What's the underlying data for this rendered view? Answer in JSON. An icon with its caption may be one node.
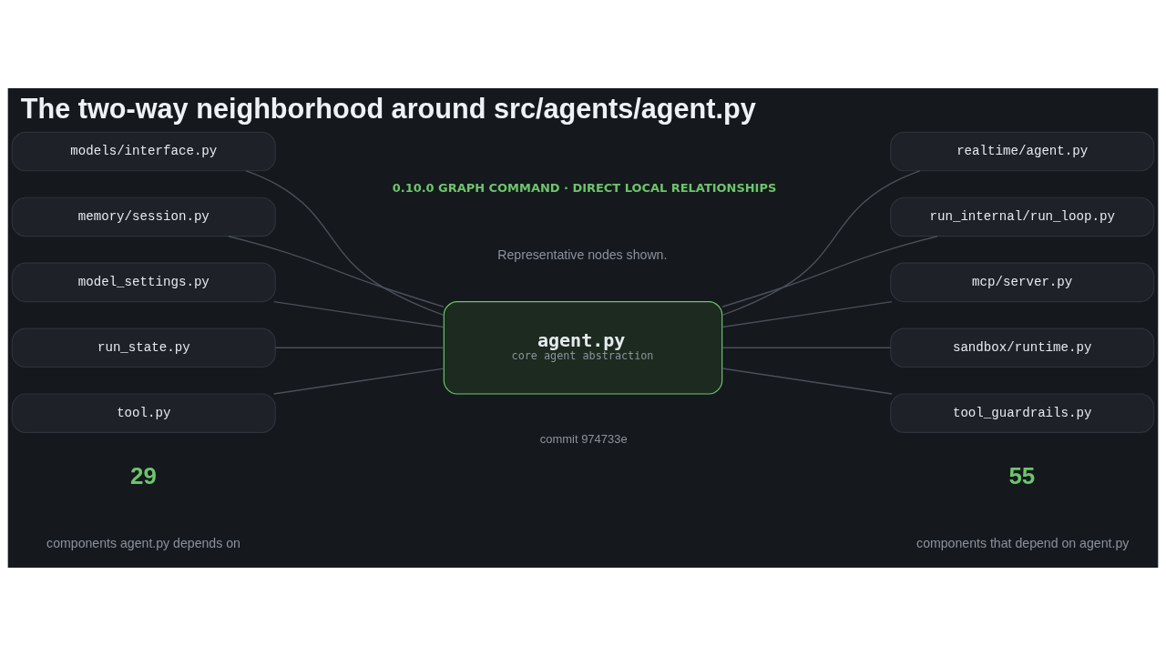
{
  "diagram": {
    "title": "The two-way neighborhood around src/agents/agent.py",
    "nodes": [
      {
        "text": [
          "models/interface.py"
        ]
      },
      {
        "text": [
          "memory/session.py"
        ]
      },
      {
        "text": [
          "model_settings.py"
        ]
      },
      {
        "text": [
          "run_state.py"
        ]
      },
      {
        "text": [
          "tool.py"
        ]
      },
      {
        "text": [
          "agent.py",
          "core agent abstraction"
        ]
      },
      {
        "text": [
          "realtime/agent.py"
        ]
      },
      {
        "text": [
          "run_internal/run_loop.py"
        ]
      },
      {
        "text": [
          "mcp/server.py"
        ]
      },
      {
        "text": [
          "sandbox/runtime.py"
        ]
      },
      {
        "text": [
          "tool_guardrails.py"
        ]
      }
    ],
    "edges": [
      {
        "from": 0,
        "to": 5,
        "arrow": "none"
      },
      {
        "from": 1,
        "to": 5,
        "arrow": "none"
      },
      {
        "from": 2,
        "to": 5,
        "arrow": "none"
      },
      {
        "from": 3,
        "to": 5,
        "arrow": "none"
      },
      {
        "from": 4,
        "to": 5,
        "arrow": "none"
      },
      {
        "from": 5,
        "to": 6,
        "arrow": "none"
      },
      {
        "from": 5,
        "to": 7,
        "arrow": "none"
      },
      {
        "from": 5,
        "to": 8,
        "arrow": "none"
      },
      {
        "from": 5,
        "to": 9,
        "arrow": "none"
      },
      {
        "from": 5,
        "to": 10,
        "arrow": "none"
      }
    ],
    "labels": [
      "0.10.0 GRAPH COMMAND · DIRECT LOCAL RELATIONSHIPS",
      "Representative nodes shown.",
      "29",
      "components agent.py depends on",
      "55",
      "components that depend on agent.py",
      "commit 974733e"
    ]
  }
}
